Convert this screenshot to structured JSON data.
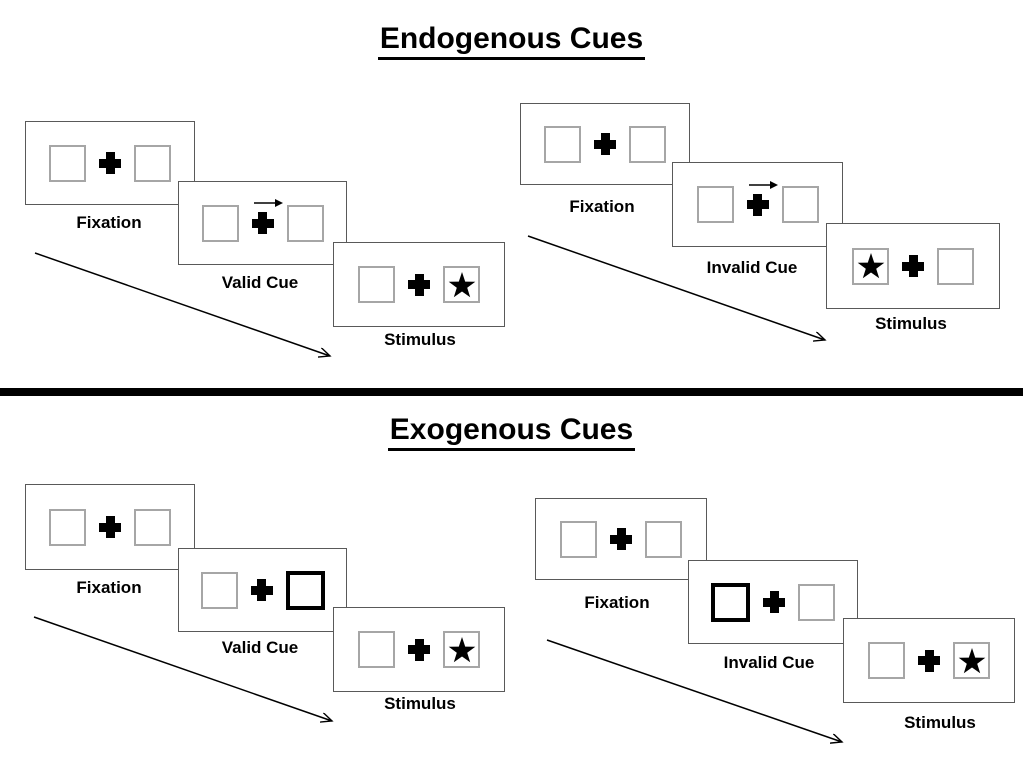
{
  "sections": [
    {
      "id": "endogenous",
      "title": "Endogenous Cues",
      "sequences": [
        {
          "name": "valid",
          "panels": [
            {
              "label": "Fixation",
              "type": "fixation"
            },
            {
              "label": "Valid Cue",
              "type": "arrow-cue",
              "cue_direction": "right"
            },
            {
              "label": "Stimulus",
              "type": "stimulus",
              "star_side": "right"
            }
          ]
        },
        {
          "name": "invalid",
          "panels": [
            {
              "label": "Fixation",
              "type": "fixation"
            },
            {
              "label": "Invalid Cue",
              "type": "arrow-cue",
              "cue_direction": "right"
            },
            {
              "label": "Stimulus",
              "type": "stimulus",
              "star_side": "left"
            }
          ]
        }
      ]
    },
    {
      "id": "exogenous",
      "title": "Exogenous Cues",
      "sequences": [
        {
          "name": "valid",
          "panels": [
            {
              "label": "Fixation",
              "type": "fixation"
            },
            {
              "label": "Valid Cue",
              "type": "box-cue",
              "cue_side": "right"
            },
            {
              "label": "Stimulus",
              "type": "stimulus",
              "star_side": "right"
            }
          ]
        },
        {
          "name": "invalid",
          "panels": [
            {
              "label": "Fixation",
              "type": "fixation"
            },
            {
              "label": "Invalid Cue",
              "type": "box-cue",
              "cue_side": "left"
            },
            {
              "label": "Stimulus",
              "type": "stimulus",
              "star_side": "right"
            }
          ]
        }
      ]
    }
  ],
  "icons": {
    "star": "★",
    "fixation_cross": "+",
    "cue_arrow": "→"
  },
  "colors": {
    "ink": "#000000",
    "panel_border": "#595959",
    "square_border": "#a6a6a6",
    "background": "#ffffff"
  }
}
